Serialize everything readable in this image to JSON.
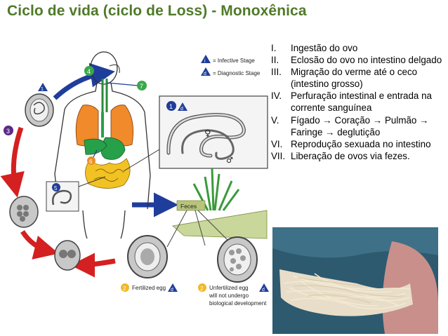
{
  "title": "Ciclo de vida (ciclo de Loss) - Monoxênica",
  "legend": {
    "infective_label": "= Infective Stage",
    "diagnostic_label": "= Diagnostic Stage",
    "infective_badge": "i",
    "diagnostic_badge": "d"
  },
  "diagram_labels": {
    "stage_1": "1",
    "stage_2_left": "2",
    "stage_2_right": "2",
    "stage_3": "3",
    "stage_4": "4",
    "stage_5": "5",
    "stage_6": "6",
    "stage_7": "7",
    "feces": "Feces",
    "fertilized_egg": "Fertilized egg",
    "unfertilized_line1": "Unfertilized egg",
    "unfertilized_line2": "will not undergo",
    "unfertilized_line3": "biological development",
    "female_symbol": "♀",
    "male_symbol": "♂"
  },
  "steps": [
    {
      "num": "I.",
      "text": "Ingestão do ovo"
    },
    {
      "num": "II.",
      "text": "Eclosão do ovo no intestino delgado"
    },
    {
      "num": "III.",
      "text": "Migração do verme até o ceco (intestino grosso)"
    },
    {
      "num": "IV.",
      "text": "Perfuração intestinal e entrada na corrente sanguínea"
    },
    {
      "num": "V.",
      "text": "Fígado → Coração → Pulmão → Faringe → deglutição"
    },
    {
      "num": "VI.",
      "text": "Reprodução sexuada no intestino"
    },
    {
      "num": "VII.",
      "text": "Liberação de ovos via fezes."
    }
  ],
  "colors": {
    "title": "#4f7a28",
    "badge_blue": "#1f3d9a",
    "badge_yellow": "#f2b824",
    "badge_purple": "#5b2a86",
    "badge_green": "#3aa84a",
    "badge_orange": "#e8902a",
    "arrow_blue": "#1f3d9a",
    "arrow_red": "#d42020",
    "lung_orange": "#f08a2a",
    "intestine_yellow": "#f2c224",
    "stomach_green": "#27a04a"
  }
}
